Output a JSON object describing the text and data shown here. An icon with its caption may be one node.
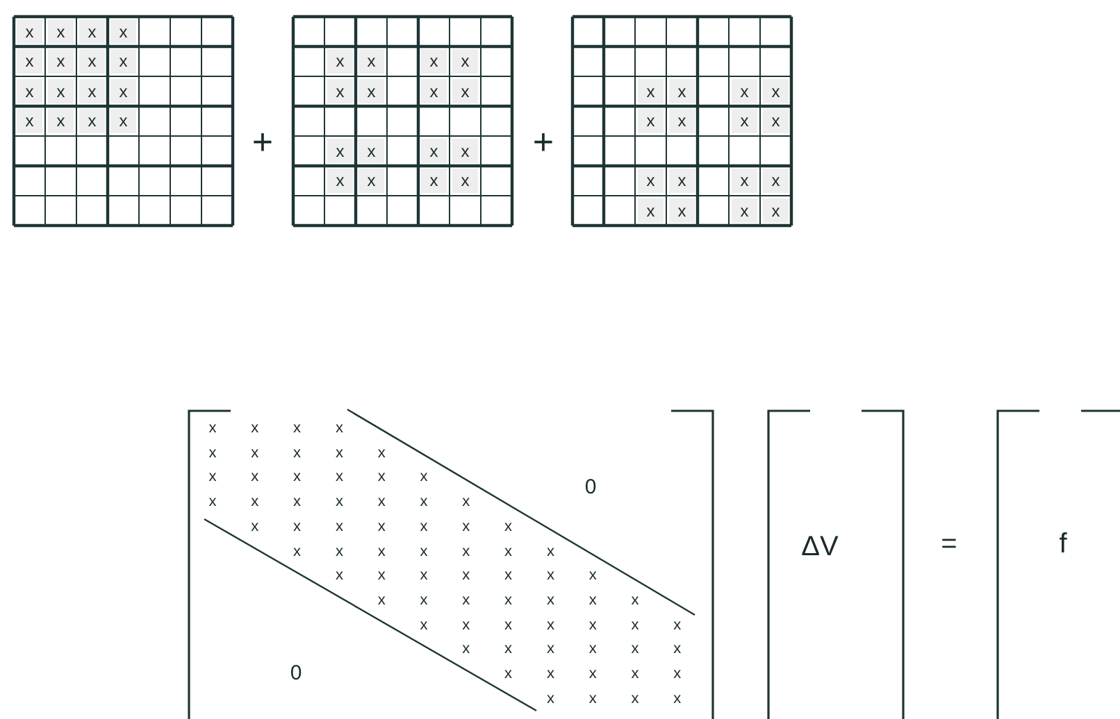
{
  "diagram": {
    "labels": [
      "x",
      "x",
      "x",
      "x",
      "x",
      "x",
      "x",
      "x",
      "x",
      "x",
      "x",
      "x",
      "x",
      "x",
      "x",
      "x",
      "+",
      "x",
      "x",
      "x",
      "x",
      "x",
      "x",
      "x",
      "x",
      "x",
      "x",
      "x",
      "x",
      "x",
      "x",
      "x",
      "x",
      "+",
      "x",
      "x",
      "x",
      "x",
      "x",
      "x",
      "x",
      "x",
      "x",
      "x",
      "x",
      "x",
      "x",
      "x",
      "x",
      "x",
      "x",
      "x",
      "x",
      "x",
      "x",
      "x",
      "x",
      "x",
      "x",
      "x",
      "x",
      "x",
      "x",
      "x",
      "x",
      "x",
      "x",
      "x",
      "x",
      "x",
      "x",
      "x",
      "x",
      "x",
      "x",
      "x",
      "x",
      "x",
      "x",
      "x",
      "x",
      "x",
      "x",
      "x",
      "x",
      "x",
      "x",
      "x",
      "x",
      "x",
      "x",
      "x",
      "x",
      "x",
      "x",
      "x",
      "x",
      "x",
      "x",
      "x",
      "x",
      "x",
      "x",
      "x",
      "x",
      "x",
      "x",
      "x",
      "x",
      "x",
      "x",
      "x",
      "x",
      "x",
      "x",
      "x",
      "x",
      "x",
      "x",
      "x",
      "x",
      "x",
      "0",
      "0",
      "ΔV",
      "=",
      "f"
    ]
  }
}
